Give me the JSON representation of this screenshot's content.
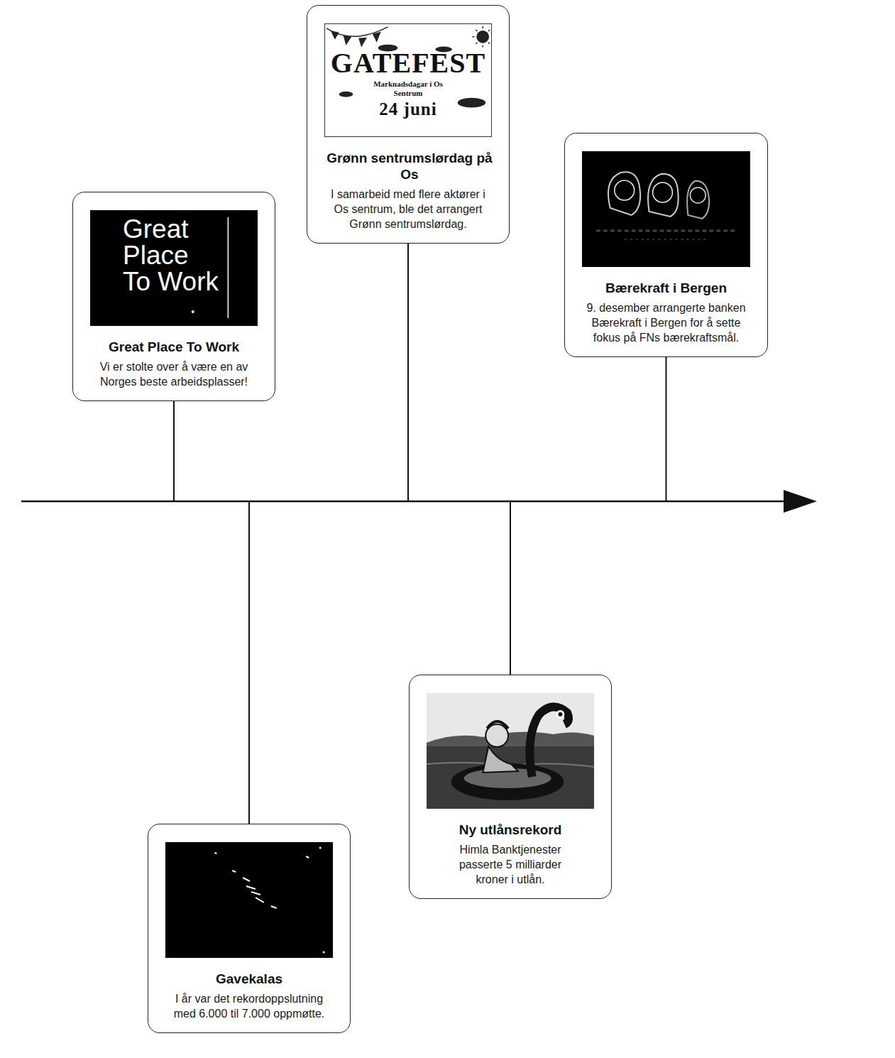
{
  "diagram": {
    "nodes": [
      {
        "text": [
          "Great Place To Work",
          "Great Place To Work",
          "Vi er stolte over å være en av Norges beste arbeidsplasser!"
        ]
      },
      {
        "text": [
          "Gavekalas",
          "I år var det rekordoppslutning med 6.000 til 7.000 oppmøtte."
        ]
      },
      {
        "text": [
          "GATEFEST",
          "Marknadsdagar i Os Sentrum",
          "24 juni",
          "Grønn sentrumslørdag på Os",
          "I samarbeid med flere aktører i Os sentrum, ble det arrangert Grønn sentrumslørdag."
        ]
      },
      {
        "text": [
          "Ny utlånsrekord",
          "Himla Banktjenester passerte 5 milliarder kroner i utlån."
        ]
      },
      {
        "text": [
          "Bærekraft i Bergen",
          "9. desember arrangerte banken Bærekraft i Bergen for å sette fokus på FNs bærekraftsmål."
        ]
      }
    ]
  }
}
